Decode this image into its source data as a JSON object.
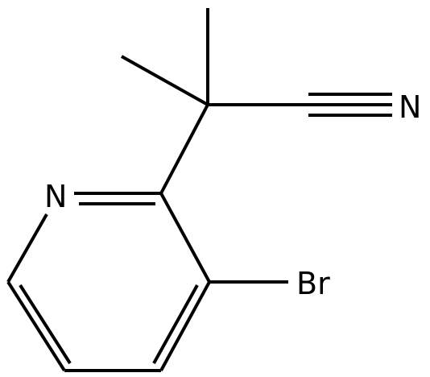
{
  "colors": {
    "background": "#ffffff",
    "bond": "#000000",
    "text": "#000000"
  },
  "atoms": {
    "pyridine_n": "N",
    "nitrile_n": "N",
    "bromine": "Br"
  }
}
